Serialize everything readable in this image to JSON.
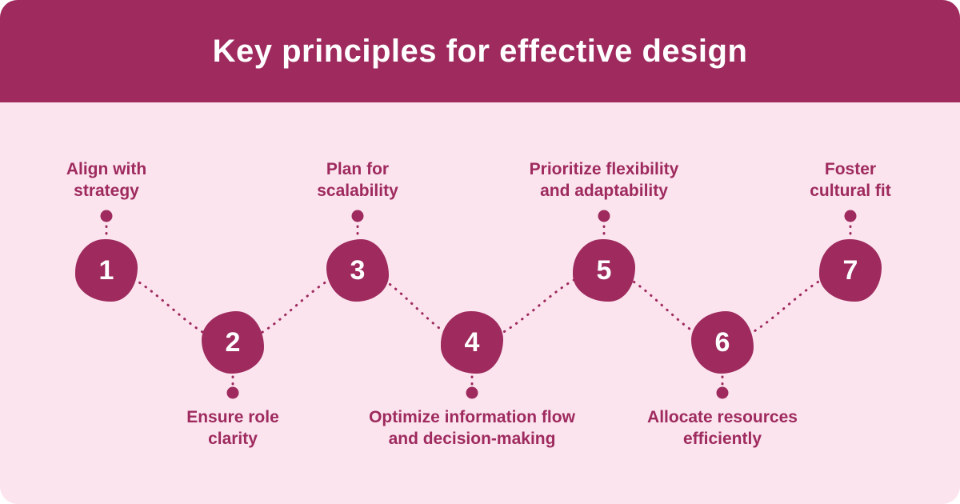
{
  "header": {
    "title": "Key principles for effective design"
  },
  "colors": {
    "accent": "#9E2A5E",
    "card_bg": "#FBE4EE",
    "header_bg": "#9E2A5E",
    "title": "#FFFFFF"
  },
  "steps": [
    {
      "number": "1",
      "label": "Align with\nstrategy",
      "position": "top"
    },
    {
      "number": "2",
      "label": "Ensure role\nclarity",
      "position": "bottom"
    },
    {
      "number": "3",
      "label": "Plan for\nscalability",
      "position": "top"
    },
    {
      "number": "4",
      "label": "Optimize information flow\nand decision-making",
      "position": "bottom"
    },
    {
      "number": "5",
      "label": "Prioritize flexibility\nand adaptability",
      "position": "top"
    },
    {
      "number": "6",
      "label": "Allocate resources\nefficiently",
      "position": "bottom"
    },
    {
      "number": "7",
      "label": "Foster\ncultural fit",
      "position": "top"
    }
  ]
}
